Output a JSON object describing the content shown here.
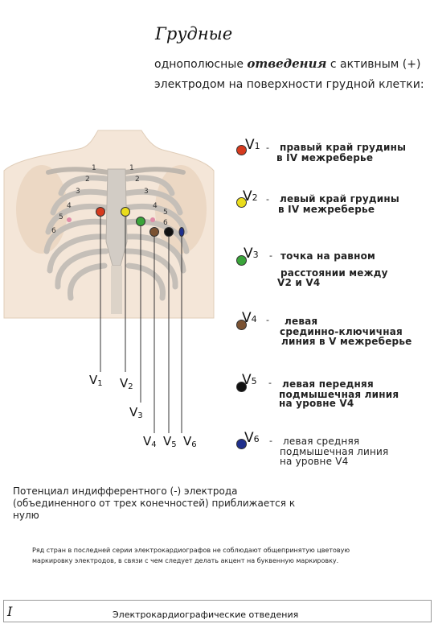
{
  "header": {
    "title": "Грудные",
    "line1_pre": "однополюсные ",
    "line1_em": "отведения",
    "line1_post": " с активным (+)",
    "line2": "электродом на поверхности грудной клетки:"
  },
  "rib_numbers": {
    "right": [
      "1",
      "2",
      "3",
      "4",
      "5",
      "6"
    ],
    "left": [
      "1",
      "2",
      "3",
      "4",
      "5",
      "6"
    ]
  },
  "leads": [
    {
      "name": "V",
      "sub": "1",
      "color": "#d63a1e",
      "desc": [
        "правый край грудины",
        "в IV межреберье"
      ]
    },
    {
      "name": "V",
      "sub": "2",
      "color": "#eadc1c",
      "desc": [
        "левый край грудины",
        "в IV межреберье"
      ]
    },
    {
      "name": "V",
      "sub": "3",
      "color": "#3aa43a",
      "desc": [
        "точка на равном",
        "расстоянии между",
        "V2 и V4"
      ]
    },
    {
      "name": "V",
      "sub": "4",
      "color": "#7a5232",
      "desc": [
        "левая",
        "срединно-ключичная",
        "линия в V межреберье"
      ]
    },
    {
      "name": "V",
      "sub": "5",
      "color": "#111111",
      "desc": [
        "левая передняя",
        "подмышечная линия",
        "на уровне V4"
      ]
    },
    {
      "name": "V",
      "sub": "6",
      "color": "#1f2f8c",
      "desc": [
        "левая средняя",
        "подмышечная линия",
        "на уровне V4"
      ]
    }
  ],
  "chest_labels": {
    "v1": {
      "name": "V",
      "sub": "1"
    },
    "v2": {
      "name": "V",
      "sub": "2"
    },
    "v3": {
      "name": "V",
      "sub": "3"
    },
    "v4": {
      "name": "V",
      "sub": "4"
    },
    "v5": {
      "name": "V",
      "sub": "5"
    },
    "v6": {
      "name": "V",
      "sub": "6"
    }
  },
  "potential_text": "Потенциал индифферентного (-) электрода (объединенного от трех конечностей) приближается к нулю",
  "note_text": "Ряд стран в последней серии электрокардиографов не соблюдают общепринятую цветовую маркировку электродов, в связи с чем следует делать акцент на буквенную маркировку.",
  "footer": {
    "number": "I",
    "title": "Электрокардиографические отведения"
  }
}
